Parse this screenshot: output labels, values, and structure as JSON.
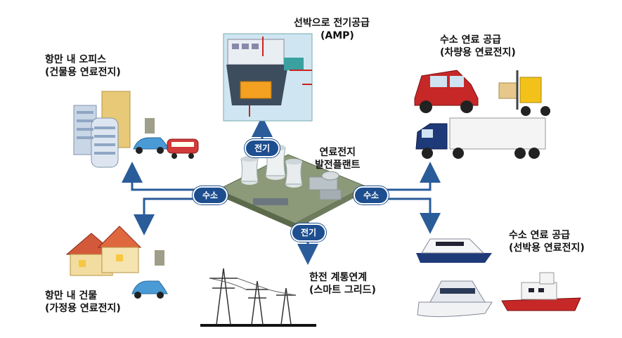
{
  "center": {
    "title_line1": "연료전지",
    "title_line2": "발전플랜트"
  },
  "flows": {
    "top": "전기",
    "left": "수소",
    "right": "수소",
    "bottom": "전기"
  },
  "nodes": {
    "ship_power": {
      "line1": "선박으로 전기공급",
      "line2": "(AMP)"
    },
    "office": {
      "line1": "항만 내 오피스",
      "line2": "(건물용 연료전지)"
    },
    "vehicle": {
      "line1": "수소 연료 공급",
      "line2": "(차량용 연료전지)"
    },
    "building": {
      "line1": "항만 내 건물",
      "line2": "(가정용 연료전지)"
    },
    "grid": {
      "line1": "한전 계통연계",
      "line2": "(스마트 그리드)"
    },
    "ship_fuel": {
      "line1": "수소 연료 공급",
      "line2": "(선박용 연료전지)"
    }
  },
  "colors": {
    "arrow": "#2a5c9a",
    "pill": "#1d4e8f"
  }
}
